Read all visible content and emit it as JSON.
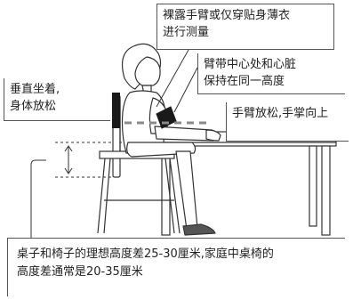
{
  "callouts": {
    "top": [
      "裸露手臂或仅穿贴身薄衣",
      "进行测量"
    ],
    "heart": [
      "臂带中心处和心脏",
      "保持在同一高度"
    ],
    "left": [
      "垂直坐着,",
      "身体放松"
    ],
    "hand": [
      "手臂放松,手掌向上"
    ],
    "bottom": [
      "桌子和椅子的理想高度差25-30厘米,家庭中桌椅的",
      "高度差通常是20-35厘米"
    ]
  },
  "colors": {
    "line": "#333333",
    "skin": "#ffffff",
    "hair": "#ffffff",
    "cuff": "#1a1a1a",
    "dash": "#8a8a8a",
    "text": "#222222"
  }
}
